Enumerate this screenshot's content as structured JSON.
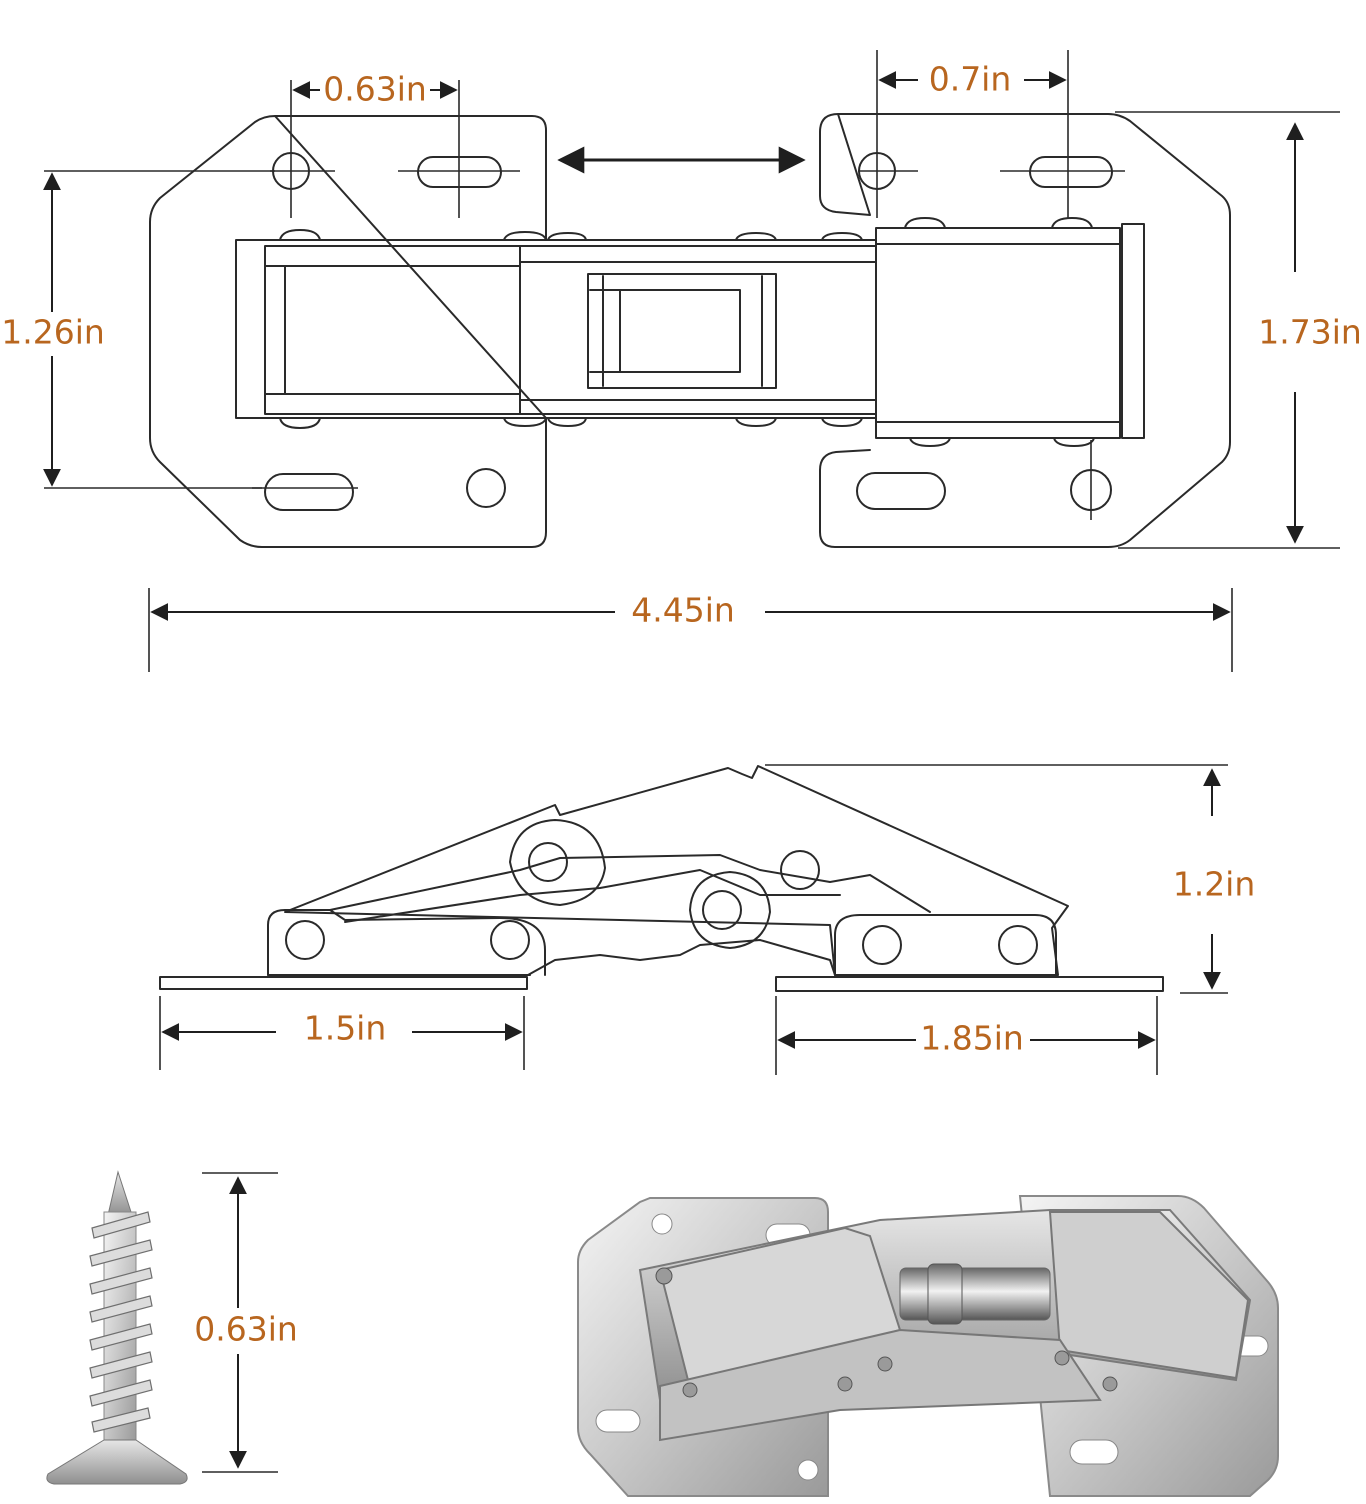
{
  "colors": {
    "label": "#b8661f",
    "line": "#2a2a2a",
    "background": "#ffffff"
  },
  "dimensions": {
    "top_left_hole_spacing": "0.63in",
    "top_right_hole_spacing": "0.7in",
    "left_plate_height": "1.26in",
    "right_plate_height": "1.73in",
    "overall_length": "4.45in",
    "side_height": "1.2in",
    "left_base_length": "1.5in",
    "right_base_length": "1.85in",
    "screw_length": "0.63in"
  }
}
